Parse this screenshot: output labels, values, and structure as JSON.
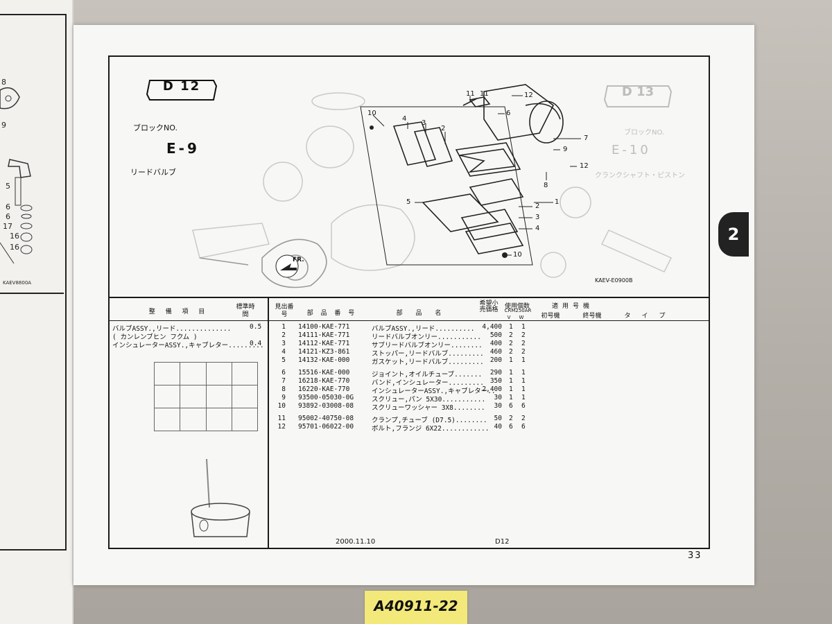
{
  "header": {
    "code": "D 12",
    "block_label": "ブロックNO.",
    "block_no": "E-9",
    "part_group": "リードバルブ"
  },
  "neighbor": {
    "code": "D 13",
    "block_label": "ブロックNO.",
    "block_no": "E-10",
    "part_group": "クランクシャフト・ピストン"
  },
  "left_page": {
    "callouts": [
      "8",
      "9",
      "5",
      "6",
      "6",
      "17",
      "16",
      "16"
    ],
    "code": "KAEV8800A"
  },
  "diagram": {
    "callouts": [
      "10",
      "4",
      "3",
      "2",
      "1",
      "11",
      "11",
      "12",
      "6",
      "7",
      "9",
      "12",
      "8",
      "5",
      "2",
      "3",
      "4",
      "10"
    ],
    "fr_label": "FR.",
    "code": "KAEV-E0900B"
  },
  "table_headers": {
    "work_item": "整 備 項 目",
    "std_time": "標準時間",
    "ref_no": "見出番号",
    "part_no": "部 品 番 号",
    "part_name": "部 品 名",
    "price": "希望小売価格",
    "qty": "使用個数",
    "model": "CRM250AR",
    "qty_v": "V",
    "qty_w": "W",
    "app_model": "適用号機",
    "first": "初号機",
    "last": "終号機",
    "type": "タイプ"
  },
  "work_items": [
    {
      "name": "バルブASSY.,リード..............",
      "time": "0.5"
    },
    {
      "name": "( カンレンブヒン フクム )",
      "time": ""
    },
    {
      "name": "インシュレーターASSY.,キャブレター.........",
      "time": "0.4"
    }
  ],
  "parts": [
    {
      "ref": "1",
      "part_no": "14100-KAE-771",
      "name": "バルブASSY.,リード..........",
      "price": "4,400",
      "v": "1",
      "w": "1"
    },
    {
      "ref": "2",
      "part_no": "14111-KAE-771",
      "name": "リードバルブオンリー...........",
      "price": "500",
      "v": "2",
      "w": "2"
    },
    {
      "ref": "3",
      "part_no": "14112-KAE-771",
      "name": "サブリードバルブオンリー........",
      "price": "400",
      "v": "2",
      "w": "2"
    },
    {
      "ref": "4",
      "part_no": "14121-KZ3-861",
      "name": "ストッパー,リードバルブ.........",
      "price": "460",
      "v": "2",
      "w": "2"
    },
    {
      "ref": "5",
      "part_no": "14132-KAE-000",
      "name": "ガスケット,リードバルブ.........",
      "price": "200",
      "v": "1",
      "w": "1"
    },
    {
      "ref": "6",
      "part_no": "15516-KAE-000",
      "name": "ジョイント,オイルチューブ.......",
      "price": "290",
      "v": "1",
      "w": "1"
    },
    {
      "ref": "7",
      "part_no": "16218-KAE-770",
      "name": "バンド,インシュレーター.........",
      "price": "350",
      "v": "1",
      "w": "1"
    },
    {
      "ref": "8",
      "part_no": "16220-KAE-770",
      "name": "インシュレーターASSY.,キャブレター..",
      "price": "2,400",
      "v": "1",
      "w": "1"
    },
    {
      "ref": "9",
      "part_no": "93500-05030-0G",
      "name": "スクリュー,パン 5X30...........",
      "price": "30",
      "v": "1",
      "w": "1"
    },
    {
      "ref": "10",
      "part_no": "93892-03008-08",
      "name": "スクリューワッシャー 3X8........",
      "price": "30",
      "v": "6",
      "w": "6"
    },
    {
      "ref": "11",
      "part_no": "95002-40750-08",
      "name": "クランプ,チューブ (D7.5)........",
      "price": "50",
      "v": "2",
      "w": "2"
    },
    {
      "ref": "12",
      "part_no": "95701-06022-00",
      "name": "ボルト,フランジ 6X22............",
      "price": "40",
      "v": "6",
      "w": "6"
    }
  ],
  "footer": {
    "date": "2000.11.10",
    "code": "D12",
    "page": "33"
  },
  "sticker": {
    "text": "A40911-22"
  }
}
